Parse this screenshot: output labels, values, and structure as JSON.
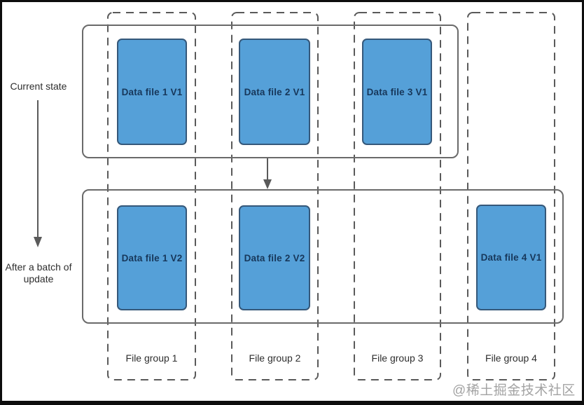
{
  "labels": {
    "current_state": "Current state",
    "after_update_line1": "After a batch of",
    "after_update_line2": "update"
  },
  "current_state_files": [
    {
      "label": "Data file 1 V1"
    },
    {
      "label": "Data file 2 V1"
    },
    {
      "label": "Data file 3 V1"
    }
  ],
  "updated_state_files": [
    {
      "label": "Data file 1 V2"
    },
    {
      "label": "Data file 2 V2"
    },
    {
      "label": "Data file 4 V1"
    }
  ],
  "file_groups": [
    {
      "label": "File group 1"
    },
    {
      "label": "File group 2"
    },
    {
      "label": "File group 3"
    },
    {
      "label": "File group 4"
    }
  ],
  "watermark": "@稀土掘金技术社区",
  "colors": {
    "file_box_fill": "#55a0d8",
    "file_box_border": "#35587a",
    "file_box_text": "#17375a",
    "line_gray": "#5f5f5f",
    "label_text": "#2e2e2e",
    "watermark_gray": "#a3a3a3",
    "frame_border": "#0d0d0d"
  }
}
